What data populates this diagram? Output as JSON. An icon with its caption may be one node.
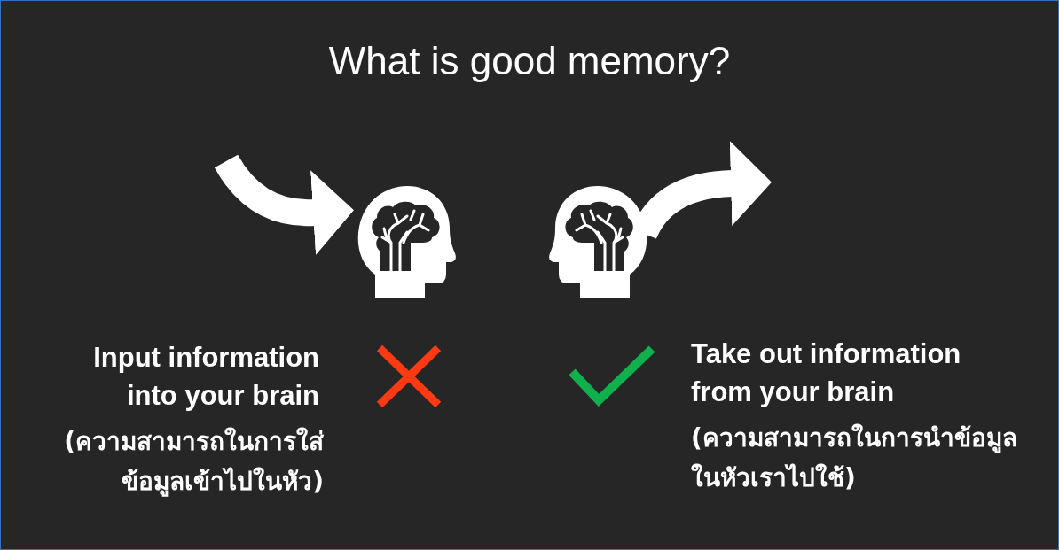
{
  "diagram": {
    "title": "What is good memory?",
    "nodes": [
      {
        "text": [],
        "shape": "person"
      },
      {
        "text": [],
        "shape": "person"
      }
    ],
    "edges": [
      {
        "from": null,
        "to": 0,
        "arrow": "to"
      },
      {
        "from": 1,
        "to": null,
        "arrow": "to"
      }
    ],
    "labels": [
      "Input information into your brain",
      "(ความสามารถในการใส่ข้อมูลเข้าไปในหัว)",
      "Take out information from your brain",
      "(ความสามารถในการนำข้อมูลในหัวเราไปใช้)"
    ]
  }
}
